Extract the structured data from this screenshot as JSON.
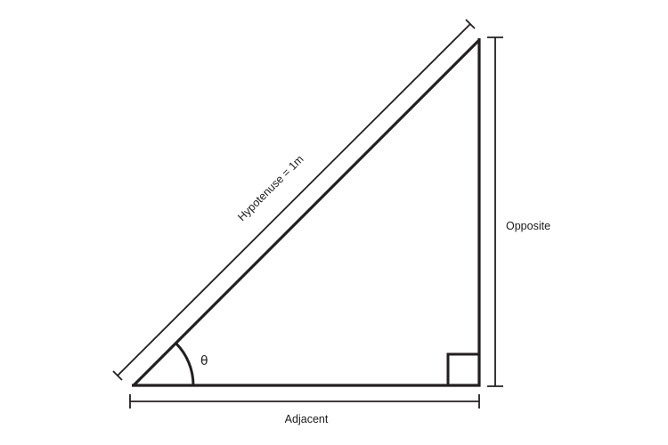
{
  "diagram": {
    "type": "right-triangle",
    "colors": {
      "stroke": "#231f20",
      "background": "#ffffff"
    },
    "labels": {
      "hypotenuse": "Hypotenuse = 1m",
      "opposite": "Opposite",
      "adjacent": "Adjacent",
      "angle": "θ"
    },
    "vertices": {
      "angle_vertex": [
        150,
        433
      ],
      "right_angle_vertex": [
        538,
        433
      ],
      "top_vertex": [
        538,
        45
      ]
    }
  }
}
